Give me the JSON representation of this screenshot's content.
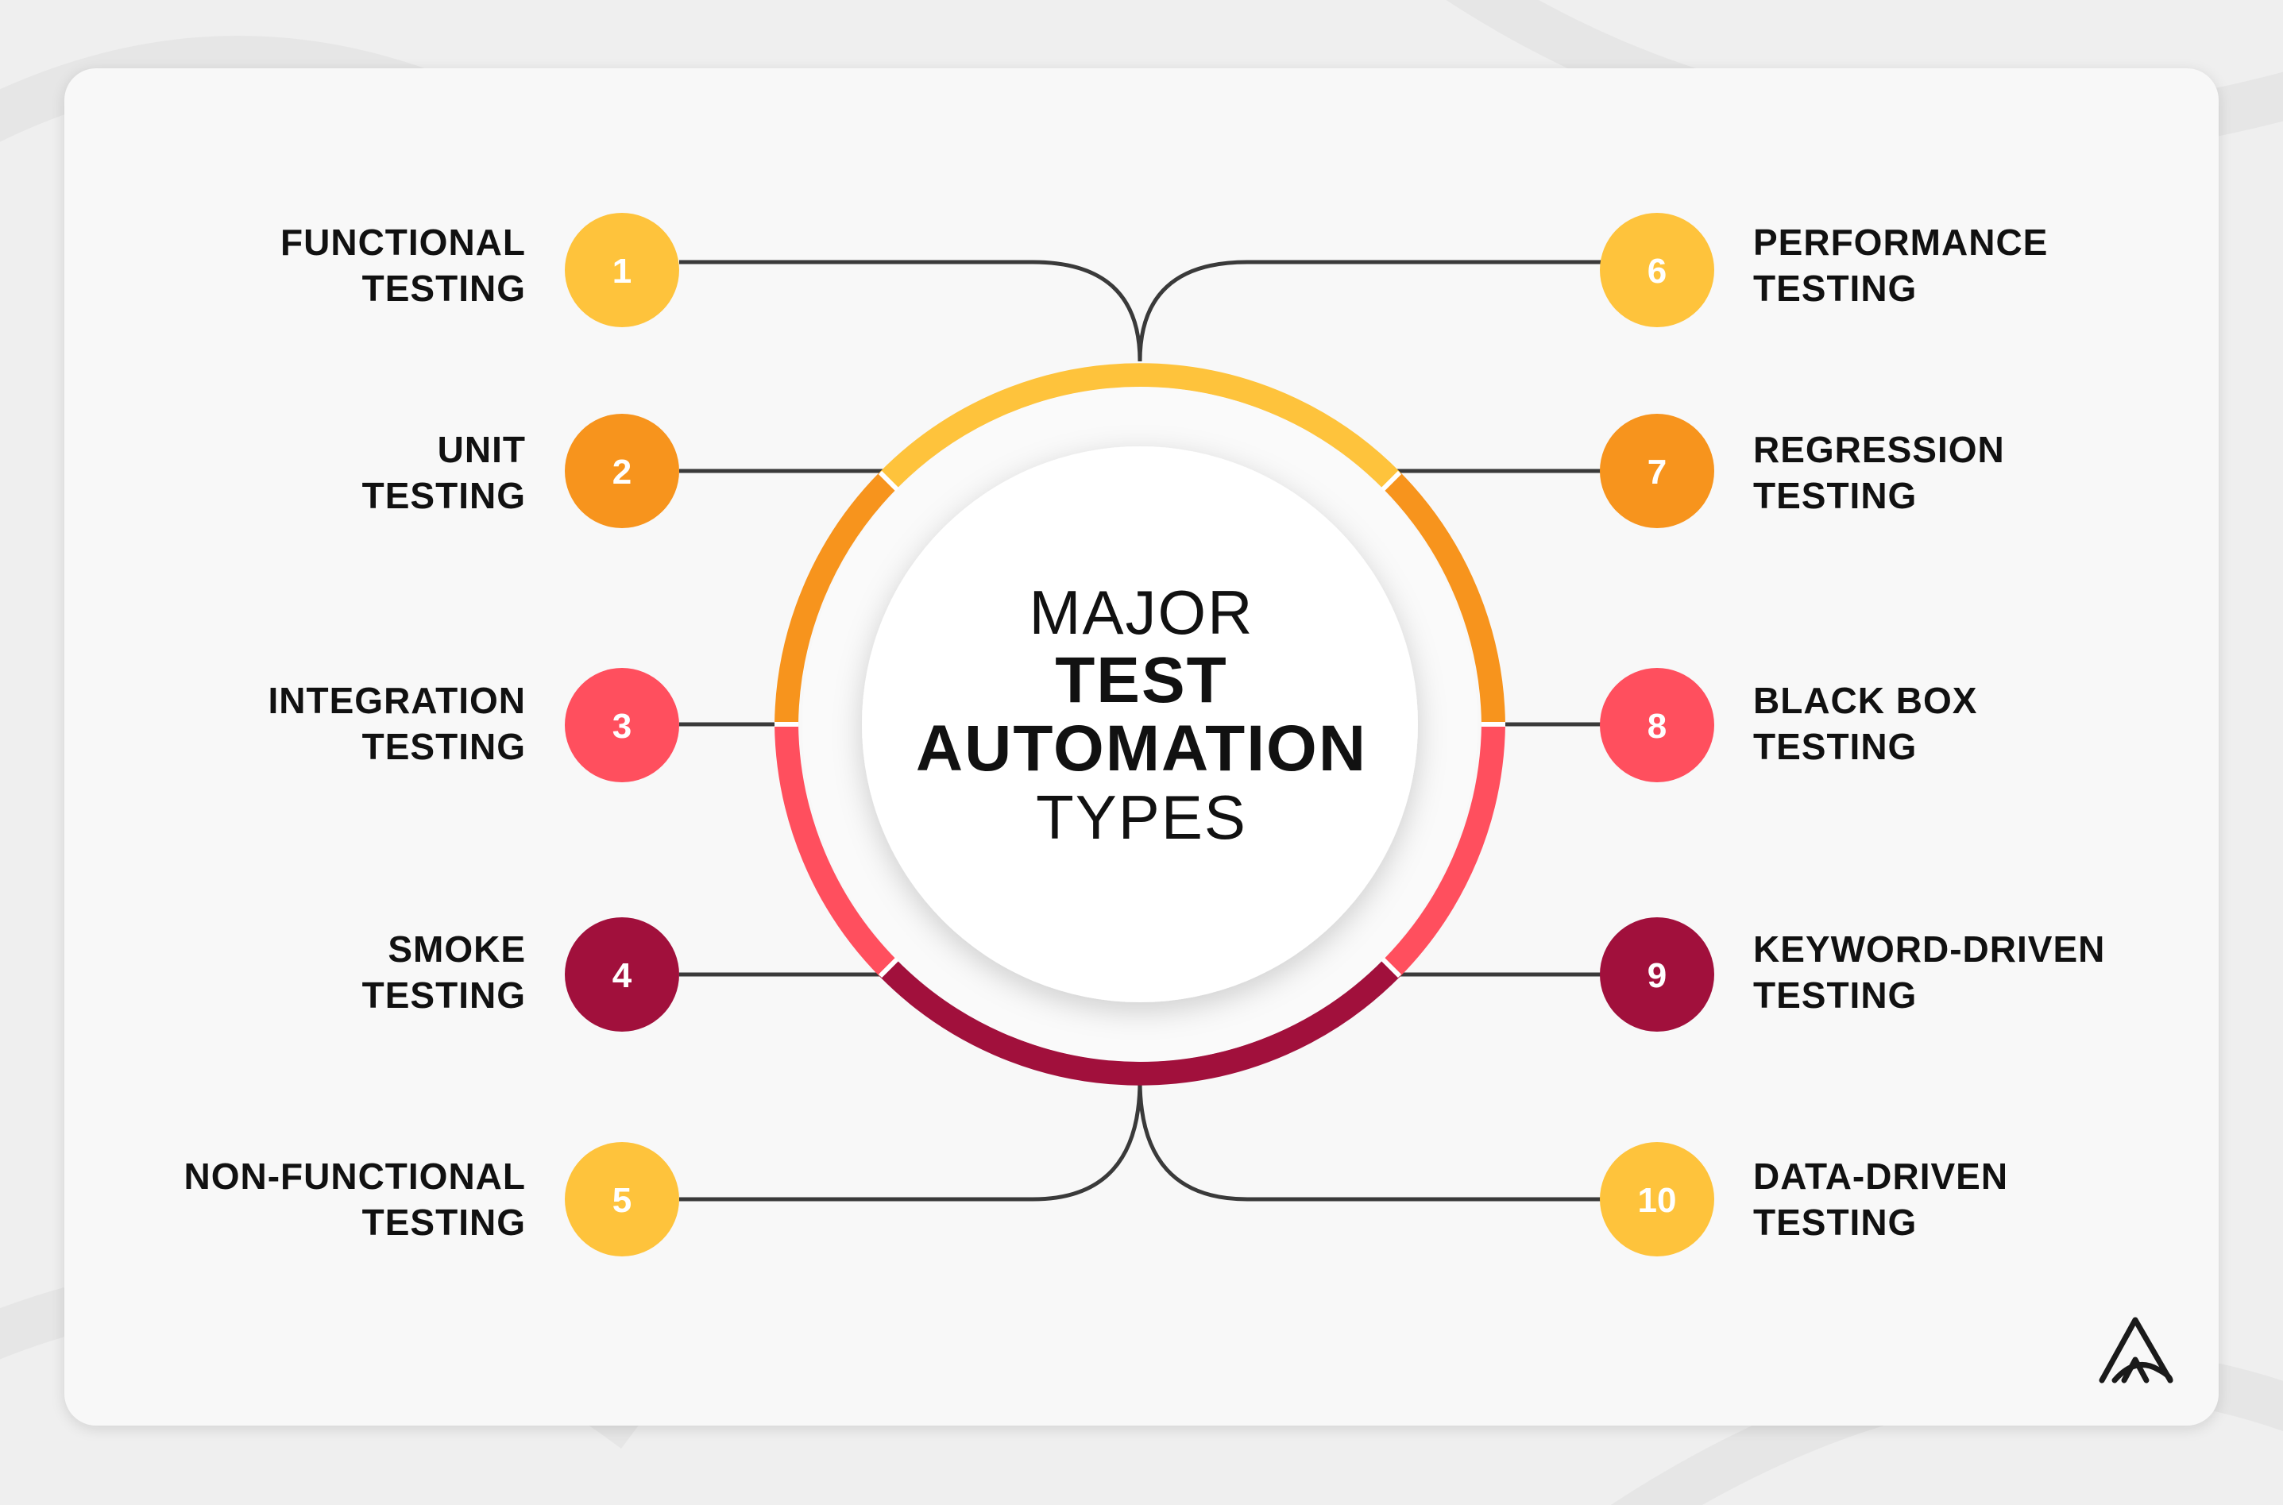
{
  "title": {
    "line1": "MAJOR",
    "line2": "TEST",
    "line3": "AUTOMATION",
    "line4": "TYPES"
  },
  "colors": {
    "yellow": "#FEC33C",
    "orange": "#F7941D",
    "coral": "#FF4F5E",
    "maroon": "#A1103C",
    "connector": "#3a3a3a"
  },
  "items": [
    {
      "number": "1",
      "line1": "FUNCTIONAL",
      "line2": "TESTING",
      "color": "#FEC33C"
    },
    {
      "number": "2",
      "line1": "UNIT",
      "line2": "TESTING",
      "color": "#F7941D"
    },
    {
      "number": "3",
      "line1": "INTEGRATION",
      "line2": "TESTING",
      "color": "#FF4F5E"
    },
    {
      "number": "4",
      "line1": "SMOKE",
      "line2": "TESTING",
      "color": "#A1103C"
    },
    {
      "number": "5",
      "line1": "NON-FUNCTIONAL",
      "line2": "TESTING",
      "color": "#FEC33C"
    },
    {
      "number": "6",
      "line1": "PERFORMANCE",
      "line2": "TESTING",
      "color": "#FEC33C"
    },
    {
      "number": "7",
      "line1": "REGRESSION",
      "line2": "TESTING",
      "color": "#F7941D"
    },
    {
      "number": "8",
      "line1": "BLACK BOX",
      "line2": "TESTING",
      "color": "#FF4F5E"
    },
    {
      "number": "9",
      "line1": "KEYWORD-DRIVEN",
      "line2": "TESTING",
      "color": "#A1103C"
    },
    {
      "number": "10",
      "line1": "DATA-DRIVEN",
      "line2": "TESTING",
      "color": "#FEC33C"
    }
  ],
  "logo_icon": "brand-logo-icon"
}
